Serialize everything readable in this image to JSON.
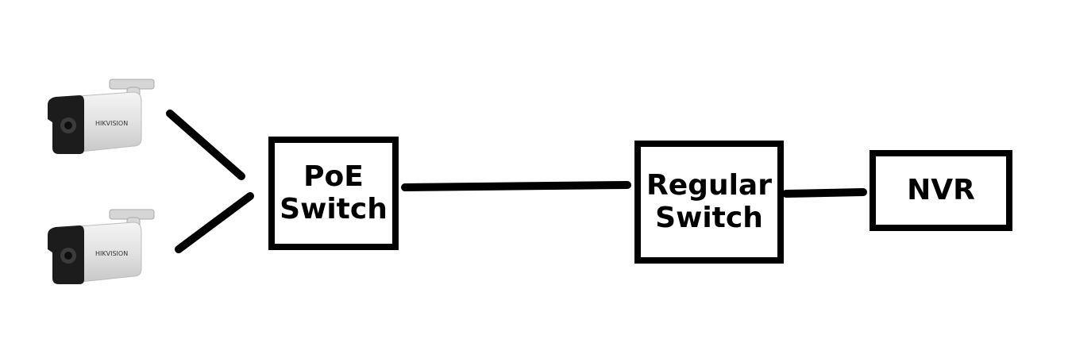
{
  "diagram": {
    "nodes": {
      "poe_switch": {
        "label": "PoE\nSwitch"
      },
      "regular_switch": {
        "label": "Regular\nSwitch"
      },
      "nvr": {
        "label": "NVR"
      }
    },
    "cameras": [
      {
        "brand_text": "HIKVISION"
      },
      {
        "brand_text": "HIKVISION"
      }
    ],
    "connections": [
      {
        "from": "camera-1",
        "to": "poe_switch"
      },
      {
        "from": "camera-2",
        "to": "poe_switch"
      },
      {
        "from": "poe_switch",
        "to": "regular_switch"
      },
      {
        "from": "regular_switch",
        "to": "nvr"
      }
    ]
  }
}
